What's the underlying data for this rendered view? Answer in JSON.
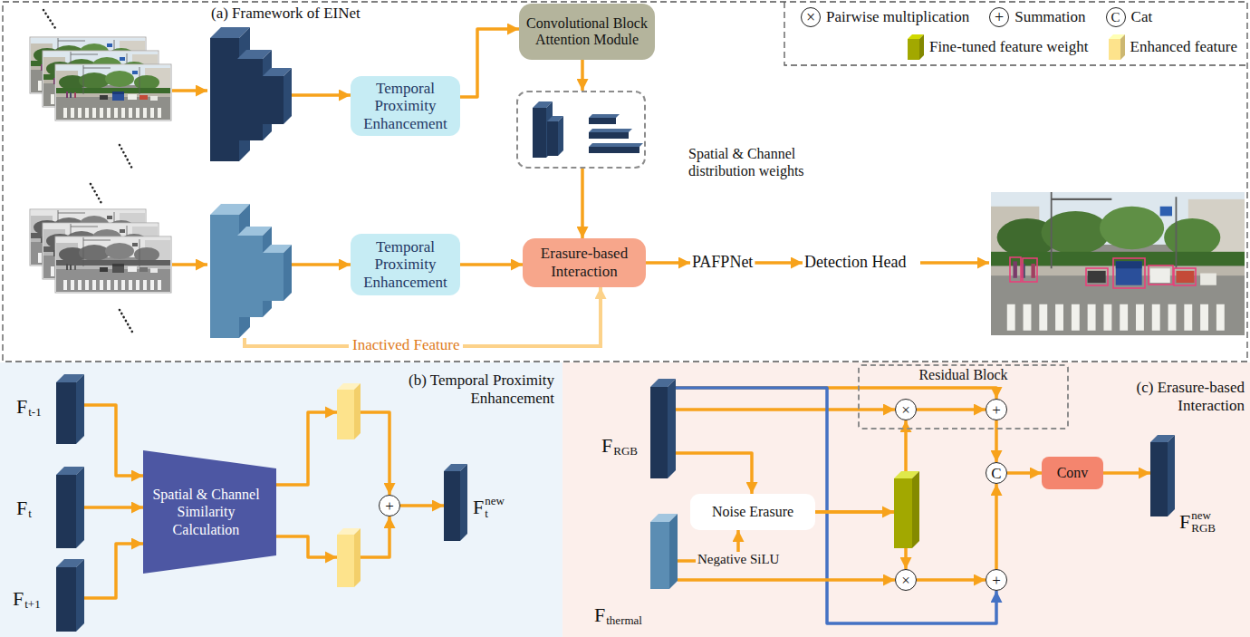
{
  "diagram": {
    "nodes": [
      {
        "text": [
          "Temporal Proximity Enhancement"
        ]
      },
      {
        "text": [
          "Convolutional Block Attention Module"
        ]
      },
      {
        "text": [
          "Spatial & Channel distribution weights"
        ]
      },
      {
        "text": [
          "Temporal Proximity Enhancement"
        ]
      },
      {
        "text": [
          "Erasure-based Interaction"
        ]
      },
      {
        "text": [
          "PAFPNet"
        ]
      },
      {
        "text": [
          "Detection Head"
        ]
      },
      {
        "text": [
          "F",
          "t-1"
        ]
      },
      {
        "text": [
          "F",
          "t"
        ]
      },
      {
        "text": [
          "F",
          "t+1"
        ]
      },
      {
        "text": [
          "Spatial & Channel Similarity Calculation"
        ]
      },
      {
        "text": [
          "+"
        ]
      },
      {
        "text": [
          "F",
          "t",
          "new"
        ]
      },
      {
        "text": [
          "F",
          "RGB"
        ]
      },
      {
        "text": [
          "F",
          "thermal"
        ]
      },
      {
        "text": [
          "Noise Erasure"
        ]
      },
      {
        "text": [
          "Negative SiLU"
        ]
      },
      {
        "text": [
          "Residual Block"
        ]
      },
      {
        "text": [
          "×"
        ],
        "in": 17
      },
      {
        "text": [
          "+"
        ],
        "in": 17
      },
      {
        "text": [
          "C"
        ]
      },
      {
        "text": [
          "×"
        ]
      },
      {
        "text": [
          "+"
        ]
      },
      {
        "text": [
          "Conv"
        ]
      },
      {
        "text": [
          "F",
          "RGB",
          "new"
        ]
      }
    ],
    "edges": [
      {
        "from": 0,
        "to": 1,
        "arrow": "to"
      },
      {
        "from": 1,
        "to": 2,
        "arrow": "to"
      },
      {
        "from": 2,
        "to": 4,
        "arrow": "to"
      },
      {
        "from": 3,
        "to": 4,
        "arrow": "to"
      },
      {
        "from": 4,
        "to": 5,
        "arrow": "to"
      },
      {
        "from": 5,
        "to": 6,
        "arrow": "to"
      },
      {
        "from": 7,
        "to": 10,
        "arrow": "to"
      },
      {
        "from": 8,
        "to": 10,
        "arrow": "to"
      },
      {
        "from": 9,
        "to": 10,
        "arrow": "to"
      },
      {
        "from": 10,
        "to": 11,
        "arrow": "to"
      },
      {
        "from": 10,
        "to": 11,
        "arrow": "to"
      },
      {
        "from": 11,
        "to": 12,
        "arrow": "to"
      },
      {
        "from": 13,
        "to": 18,
        "arrow": "to"
      },
      {
        "from": 13,
        "to": 19,
        "arrow": "to"
      },
      {
        "from": 13,
        "to": 22,
        "arrow": "to"
      },
      {
        "from": 13,
        "to": 15,
        "arrow": "to"
      },
      {
        "from": 14,
        "to": 16,
        "arrow": "none"
      },
      {
        "from": 16,
        "to": 15,
        "arrow": "to"
      },
      {
        "from": 14,
        "to": 21,
        "arrow": "to"
      },
      {
        "from": 15,
        "to": 18,
        "arrow": "to"
      },
      {
        "from": 15,
        "to": 21,
        "arrow": "to"
      },
      {
        "from": 18,
        "to": 19,
        "arrow": "to"
      },
      {
        "from": 21,
        "to": 22,
        "arrow": "to"
      },
      {
        "from": 19,
        "to": 20,
        "arrow": "to"
      },
      {
        "from": 22,
        "to": 20,
        "arrow": "to"
      },
      {
        "from": 20,
        "to": 23,
        "arrow": "to"
      },
      {
        "from": 23,
        "to": 24,
        "arrow": "to"
      }
    ],
    "labels": [
      "(a) Framework of EINet",
      "Inactived Feature",
      "(b) Temporal Proximity Enhancement",
      "(c) Erasure-based Interaction",
      "×",
      "+",
      "C"
    ],
    "legend": [
      {
        "text": "Pairwise multiplication"
      },
      {
        "text": "Summation"
      },
      {
        "text": "Cat"
      },
      {
        "text": "Fine-tuned feature weight",
        "color": "#a2a800"
      },
      {
        "text": "Enhanced feature",
        "color": "#fde38c"
      }
    ]
  }
}
